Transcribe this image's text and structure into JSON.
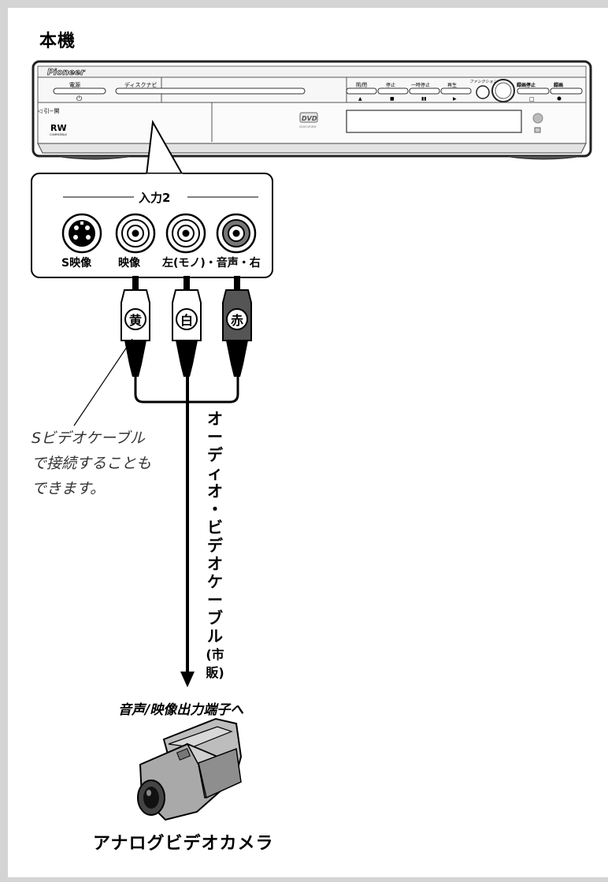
{
  "title": "本機",
  "device": {
    "brand": "Pioneer",
    "buttons": {
      "power": "電源",
      "disc_navi": "ディスクナビ",
      "open_close": "開/閉",
      "stop": "停止",
      "pause": "一時停止",
      "play": "再生",
      "function": "ファンクション",
      "rec_stop": "録画停止",
      "rec": "録画"
    },
    "door_label": "◁ 引−開",
    "rw_logo": "RW",
    "rw_sub": "COMPATIBLE",
    "dvd_logo": "DVD",
    "dvd_sub": "VIDEO/R/RW"
  },
  "input_panel": {
    "header": "入力2",
    "labels": [
      "S映像",
      "映像",
      "左(モノ)・音声・右"
    ]
  },
  "plugs": [
    "黄",
    "白",
    "赤"
  ],
  "s_video_note": [
    "Sビデオケーブル",
    "で接続することも",
    "できます。"
  ],
  "cable_label": [
    "オ",
    "ー",
    "デ",
    "ィ",
    "オ",
    "・",
    "ビ",
    "デ",
    "オ",
    "ケ",
    "ー",
    "ブ",
    "ル",
    "(市",
    "販)"
  ],
  "destination": "音声/映像出力端子へ",
  "camera_label": "アナログビデオカメラ"
}
